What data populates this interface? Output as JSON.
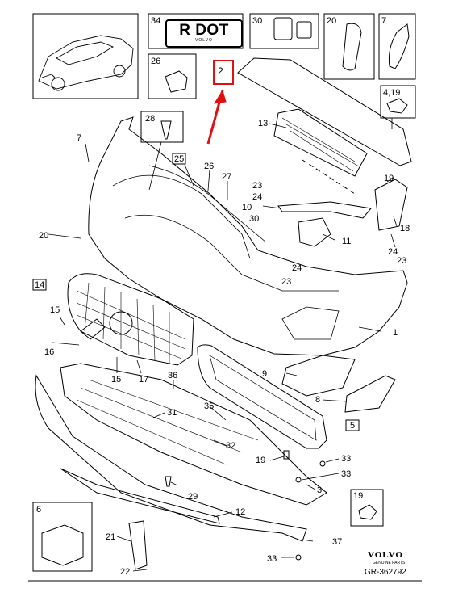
{
  "diagram": {
    "callouts": {
      "n1": "1",
      "n2": "2",
      "n3": "3",
      "n5": "5",
      "n6": "6",
      "n7": "7",
      "n7b": "7",
      "n8": "8",
      "n9": "9",
      "n10": "10",
      "n11": "11",
      "n12": "12",
      "n13": "13",
      "n14": "14",
      "n15a": "15",
      "n15b": "15",
      "n16": "16",
      "n17": "17",
      "n18": "18",
      "n19a": "19",
      "n19b": "19",
      "n19c": "19",
      "n20a": "20",
      "n20b": "20",
      "n21": "21",
      "n22": "22",
      "n23a": "23",
      "n23b": "23",
      "n23c": "23",
      "n24a": "24",
      "n24b": "24",
      "n25": "25",
      "n26a": "26",
      "n26b": "26",
      "n27": "27",
      "n28": "28",
      "n29": "29",
      "n30a": "30",
      "n30b": "30",
      "n31": "31",
      "n32": "32",
      "n33a": "33",
      "n33b": "33",
      "n33c": "33",
      "n34": "34",
      "n35": "35",
      "n36": "36",
      "n37": "37",
      "n4_19": "4,19"
    },
    "plate_text": "R DOT",
    "plate_sub": "VOLVO",
    "brand": "VOLVO",
    "brand_sub": "GENUINE PARTS",
    "doc_ref": "GR-362792",
    "highlight_color": "#e01010"
  }
}
